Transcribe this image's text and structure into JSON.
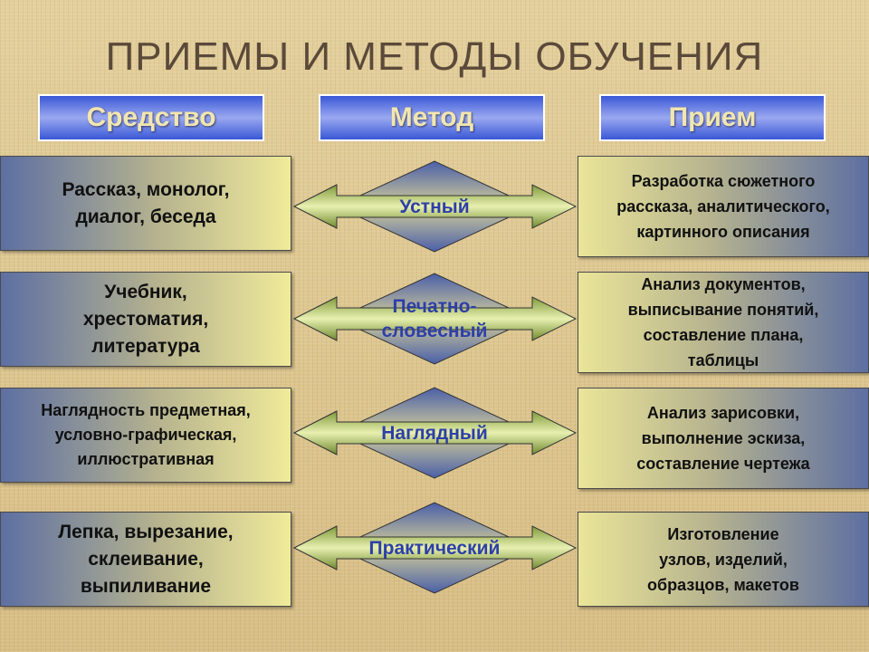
{
  "title": "ПРИЕМЫ И МЕТОДЫ ОБУЧЕНИЯ",
  "headers": {
    "means": "Средство",
    "method": "Метод",
    "technique": "Прием"
  },
  "rows": [
    {
      "means": "Рассказ, монолог,\nдиалог, беседа",
      "method": "Устный",
      "technique": "Разработка сюжетного\nрассказа, аналитического,\nкартинного описания"
    },
    {
      "means": "Учебник,\nхрестоматия,\nлитература",
      "method": "Печатно-\nсловесный",
      "technique": "Анализ документов,\nвыписывание понятий,\nсоставление плана,\nтаблицы"
    },
    {
      "means": "Наглядность предметная,\nусловно-графическая,\nиллюстративная",
      "method": "Наглядный",
      "technique": "Анализ зарисовки,\nвыполнение эскиза,\nсоставление чертежа"
    },
    {
      "means": "Лепка, вырезание,\nсклеивание,\nвыпиливание",
      "method": "Практический",
      "technique": "Изготовление\nузлов, изделий,\nобразцов, макетов"
    }
  ],
  "colors": {
    "header_fill": "#3a58d6",
    "header_text": "#f2e6b0",
    "method_text": "#2d3fa8",
    "title_text": "#5b4a3a"
  }
}
